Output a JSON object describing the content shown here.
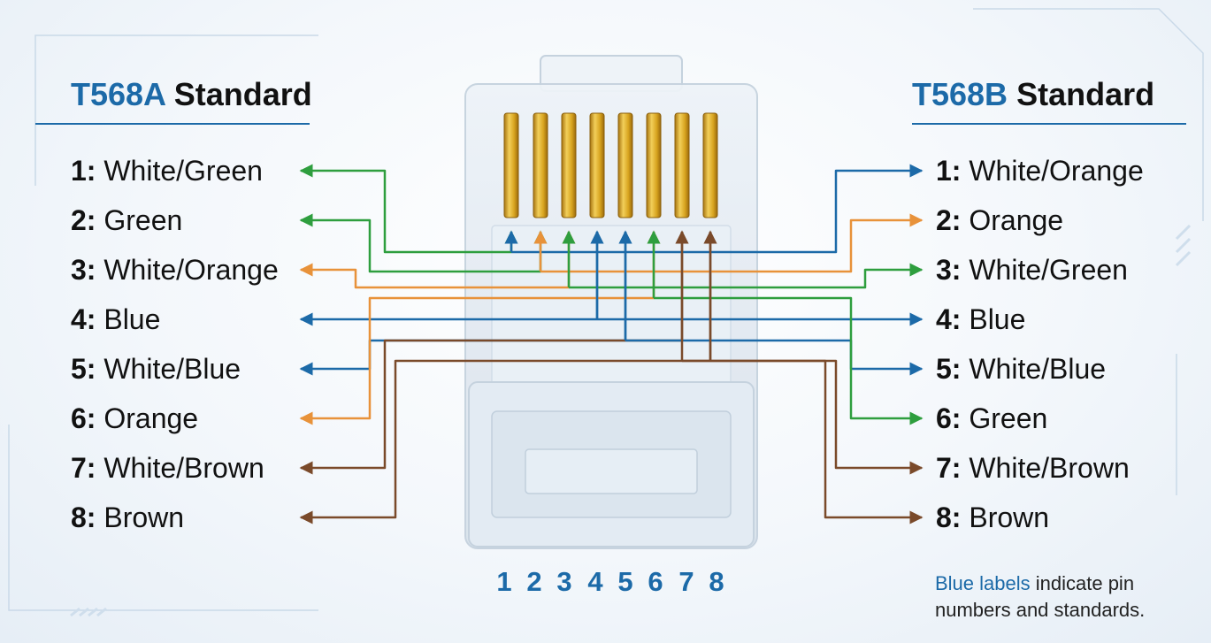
{
  "left": {
    "prefix": "T568A",
    "suffix": " Standard",
    "pins": [
      {
        "num": "1:",
        "label": " White/Green",
        "color": "#2e9e3e"
      },
      {
        "num": "2:",
        "label": " Green",
        "color": "#2e9e3e"
      },
      {
        "num": "3:",
        "label": " White/Orange",
        "color": "#e8923a"
      },
      {
        "num": "4:",
        "label": " Blue",
        "color": "#1c6aa8"
      },
      {
        "num": "5:",
        "label": " White/Blue",
        "color": "#1c6aa8"
      },
      {
        "num": "6:",
        "label": " Orange",
        "color": "#e8923a"
      },
      {
        "num": "7:",
        "label": " White/Brown",
        "color": "#7a4a2a"
      },
      {
        "num": "8:",
        "label": " Brown",
        "color": "#7a4a2a"
      }
    ]
  },
  "right": {
    "prefix": "T568B",
    "suffix": " Standard",
    "pins": [
      {
        "num": "1:",
        "label": " White/Orange",
        "color": "#1c6aa8"
      },
      {
        "num": "2:",
        "label": " Orange",
        "color": "#e8923a"
      },
      {
        "num": "3:",
        "label": " White/Green",
        "color": "#2e9e3e"
      },
      {
        "num": "4:",
        "label": " Blue",
        "color": "#1c6aa8"
      },
      {
        "num": "5:",
        "label": " White/Blue",
        "color": "#1c6aa8"
      },
      {
        "num": "6:",
        "label": " Green",
        "color": "#2e9e3e"
      },
      {
        "num": "7:",
        "label": " White/Brown",
        "color": "#7a4a2a"
      },
      {
        "num": "8:",
        "label": " Brown",
        "color": "#7a4a2a"
      }
    ]
  },
  "connector": {
    "pin_numbers": [
      "1",
      "2",
      "3",
      "4",
      "5",
      "6",
      "7",
      "8"
    ],
    "contact_color": "#d9a520",
    "body_color": "#dfe7ef"
  },
  "footnote": {
    "highlight": "Blue labels",
    "rest": " indicate pin numbers and standards."
  },
  "colors": {
    "accent_blue": "#1c6aa8",
    "green": "#2e9e3e",
    "orange": "#e8923a",
    "brown": "#7a4a2a"
  }
}
